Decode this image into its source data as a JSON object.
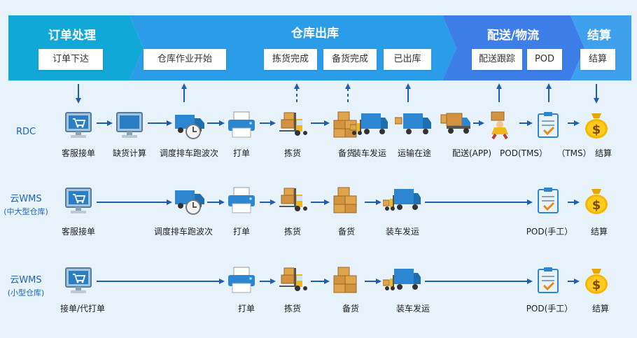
{
  "phases": [
    {
      "title": "订单处理",
      "color": "#11a8d8"
    },
    {
      "title": "仓库出库",
      "color": "#2b9de8"
    },
    {
      "title": "配送/物流",
      "color": "#3d7ee9"
    },
    {
      "title": "结算",
      "color": "#3fa1ee"
    }
  ],
  "steps": {
    "order_place": "订单下达",
    "warehouse_start": "仓库作业开始",
    "pick_done": "拣货完成",
    "prep_done": "备货完成",
    "shipped": "已出库",
    "delivery_track": "配送跟踪",
    "pod": "POD",
    "settle": "结算"
  },
  "rows": [
    {
      "label": "RDC",
      "sublabel": "",
      "nodes": [
        "客服接单",
        "缺货计算",
        "调度排车跑波次",
        "打单",
        "拣货",
        "备货",
        "装车发运",
        "运输在途",
        "配送(APP)",
        "POD(TMS）",
        "（TMS）",
        "结算"
      ]
    },
    {
      "label": "云WMS",
      "sublabel": "(中大型仓库)",
      "nodes": [
        "客服接单",
        "调度排车跑波次",
        "打单",
        "拣货",
        "备货",
        "装车发运",
        "POD(手工）",
        "结算"
      ]
    },
    {
      "label": "云WMS",
      "sublabel": "(小型仓库)",
      "nodes": [
        "接单/代打单",
        "打单",
        "拣货",
        "备货",
        "装车发运",
        "POD(手工）",
        "结算"
      ]
    }
  ],
  "icons": [
    "computer-cart-icon",
    "monitor-icon",
    "truck-clock-icon",
    "printer-icon",
    "forklift-icon",
    "boxes-icon",
    "loading-truck-icon",
    "truck-icon",
    "delivery-truck-icon",
    "courier-icon",
    "clipboard-check-icon",
    "money-bag-icon"
  ],
  "colors": {
    "arrow": "#1d5fae",
    "accent": "#2b9de8"
  }
}
